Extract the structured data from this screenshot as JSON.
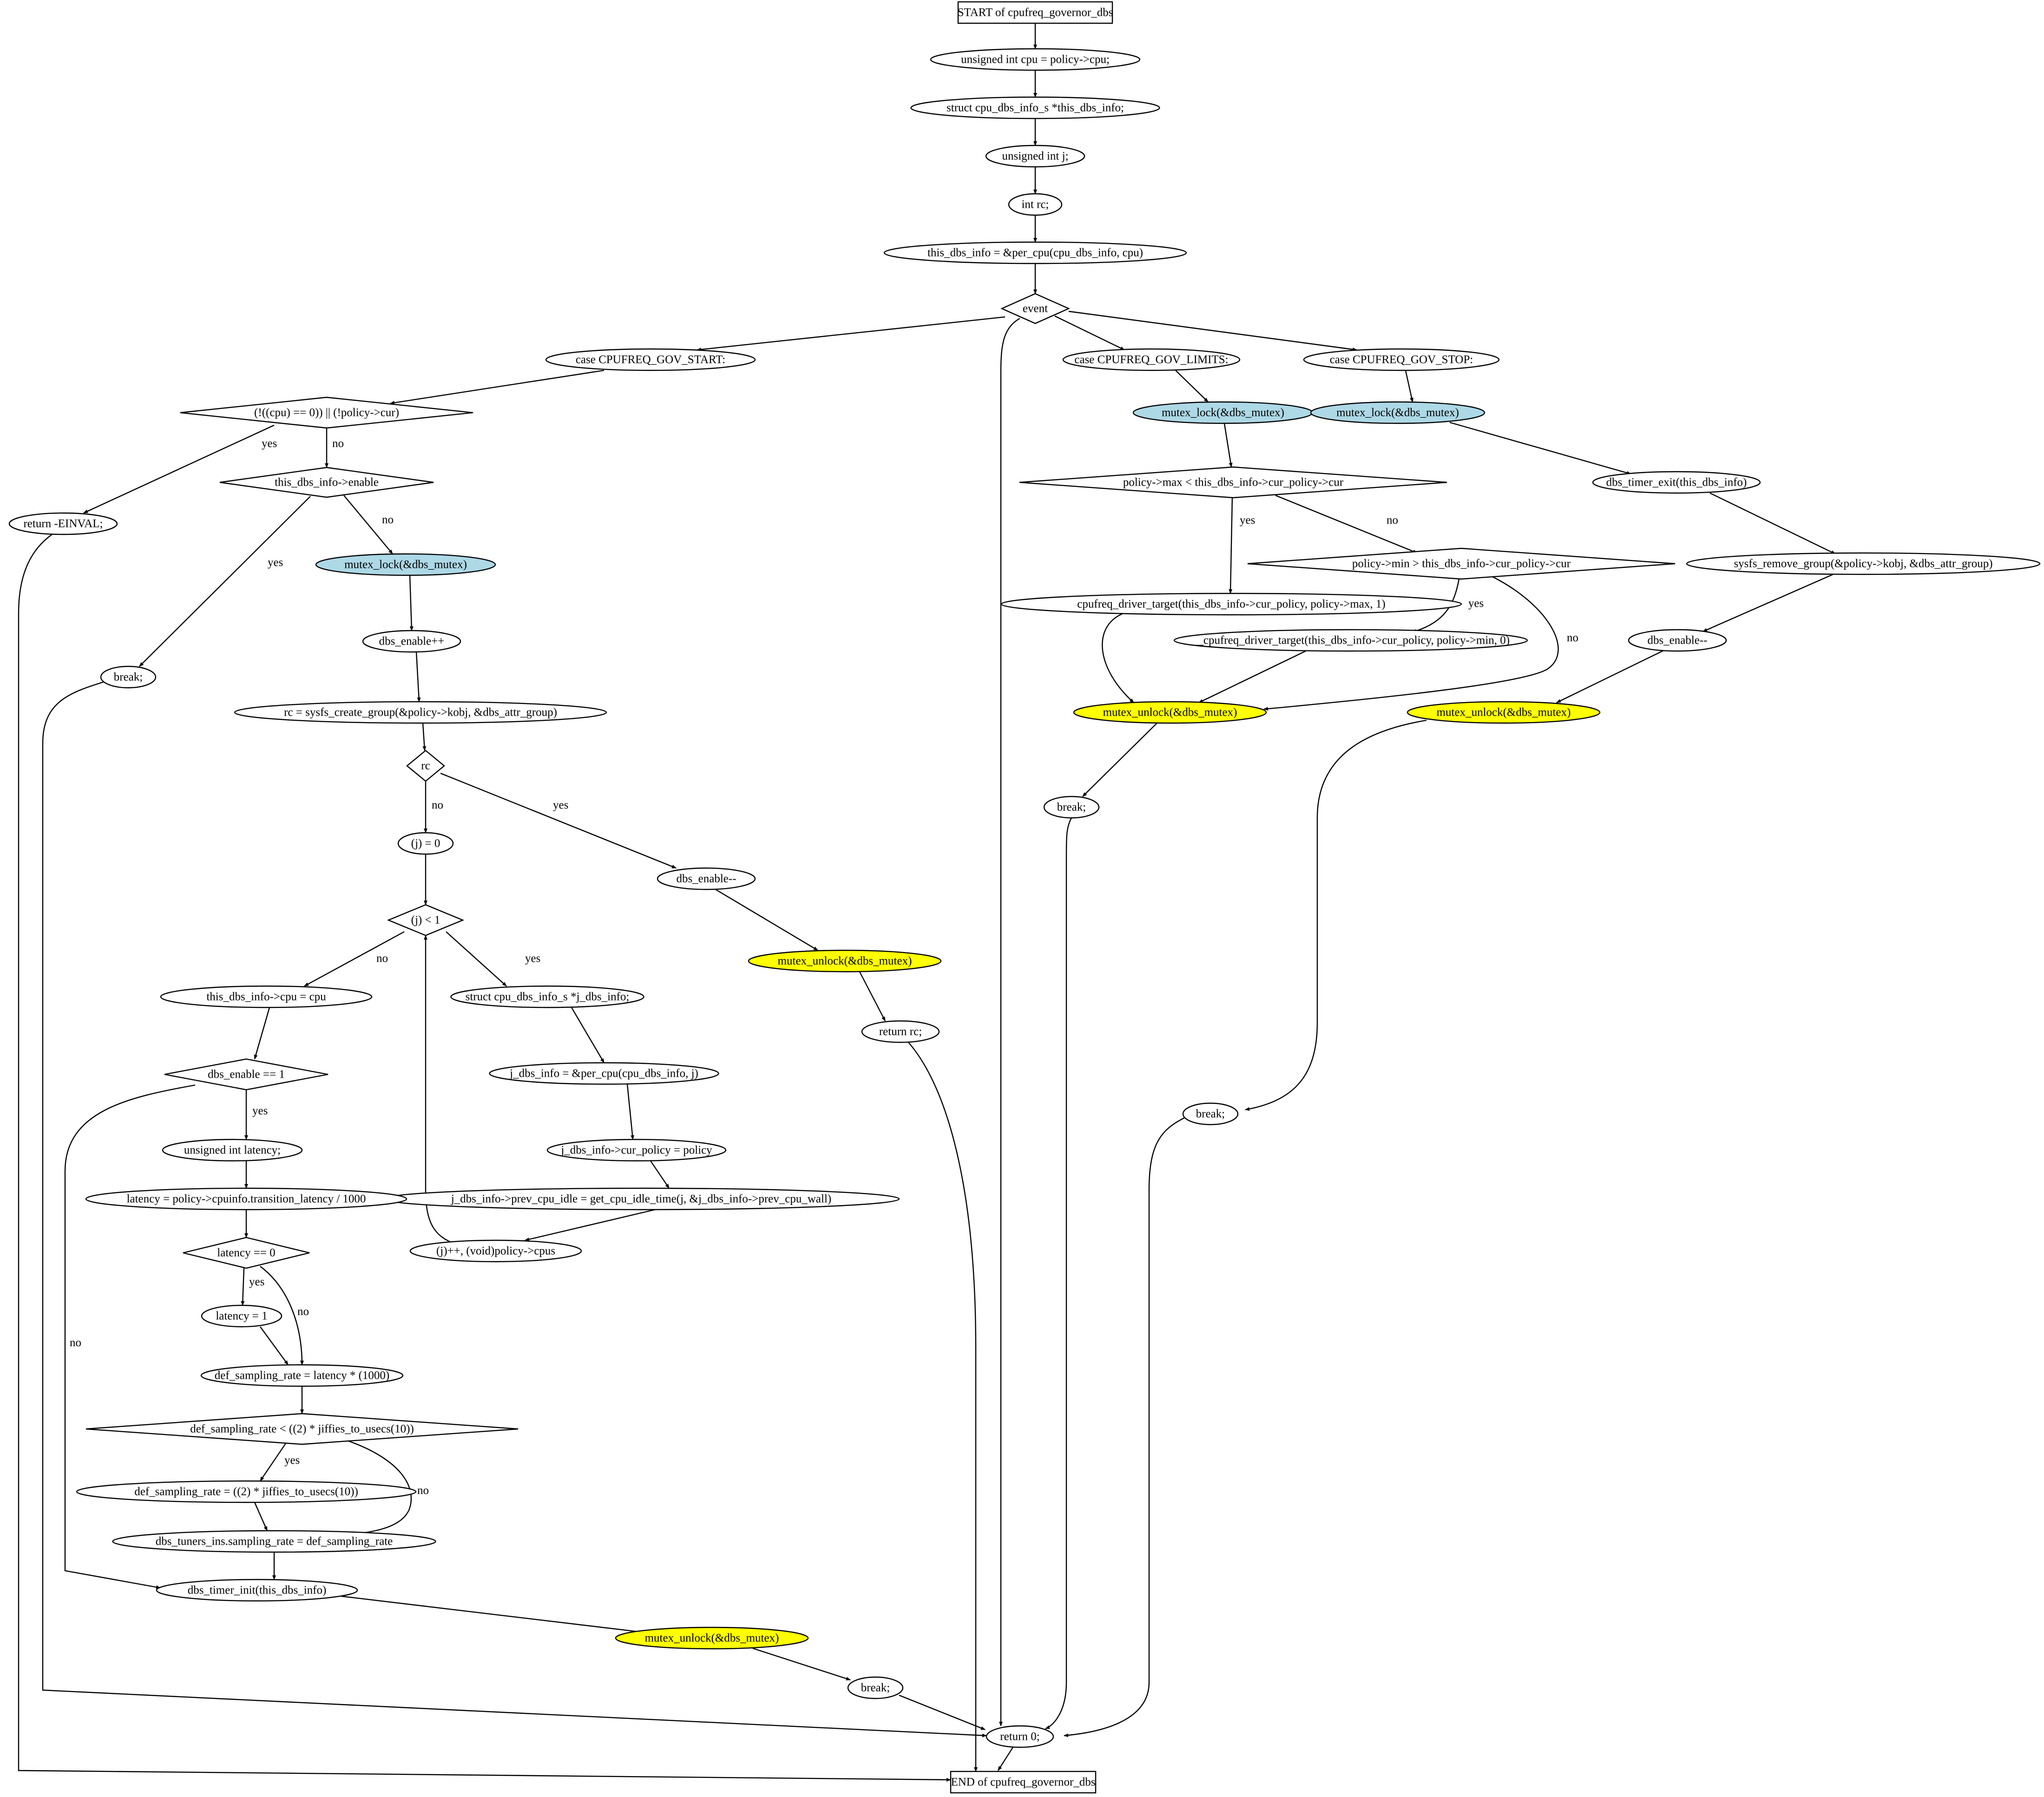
{
  "diagram": {
    "colors": {
      "default_fill": "#ffffff",
      "lock_fill": "#add8e6",
      "unlock_fill": "#ffff00",
      "stroke": "#000000"
    },
    "nodes": [
      {
        "id": "start",
        "label": "START of cpufreq_governor_dbs",
        "shape": "box"
      },
      {
        "id": "n_cpu",
        "label": "unsigned int cpu = policy->cpu;",
        "shape": "ellipse"
      },
      {
        "id": "n_struct",
        "label": "struct cpu_dbs_info_s *this_dbs_info;",
        "shape": "ellipse"
      },
      {
        "id": "n_uj",
        "label": "unsigned int j;",
        "shape": "ellipse"
      },
      {
        "id": "n_rc",
        "label": "int rc;",
        "shape": "ellipse"
      },
      {
        "id": "n_thisinfo",
        "label": "this_dbs_info = &per_cpu(cpu_dbs_info, cpu)",
        "shape": "ellipse"
      },
      {
        "id": "d_event",
        "label": "event",
        "shape": "diamond"
      },
      {
        "id": "c_start",
        "label": "case CPUFREQ_GOV_START:",
        "shape": "ellipse"
      },
      {
        "id": "c_limits",
        "label": "case CPUFREQ_GOV_LIMITS:",
        "shape": "ellipse"
      },
      {
        "id": "c_stop",
        "label": "case CPUFREQ_GOV_STOP:",
        "shape": "ellipse"
      },
      {
        "id": "d_online",
        "label": "(!((cpu) == 0)) || (!policy->cur)",
        "shape": "diamond"
      },
      {
        "id": "r_einval",
        "label": "return -EINVAL;",
        "shape": "ellipse"
      },
      {
        "id": "d_enable",
        "label": "this_dbs_info->enable",
        "shape": "diamond"
      },
      {
        "id": "break1",
        "label": "break;",
        "shape": "ellipse"
      },
      {
        "id": "lock1",
        "label": "mutex_lock(&dbs_mutex)",
        "shape": "ellipse",
        "fill": "lock"
      },
      {
        "id": "n_inc",
        "label": "dbs_enable++",
        "shape": "ellipse"
      },
      {
        "id": "n_sysfs",
        "label": "rc = sysfs_create_group(&policy->kobj, &dbs_attr_group)",
        "shape": "ellipse"
      },
      {
        "id": "d_rc",
        "label": "rc",
        "shape": "diamond"
      },
      {
        "id": "n_j0",
        "label": "(j) = 0",
        "shape": "ellipse"
      },
      {
        "id": "n_dec1",
        "label": "dbs_enable--",
        "shape": "ellipse"
      },
      {
        "id": "unlock1",
        "label": "mutex_unlock(&dbs_mutex)",
        "shape": "ellipse",
        "fill": "unlock"
      },
      {
        "id": "r_rc",
        "label": "return rc;",
        "shape": "ellipse"
      },
      {
        "id": "d_jlt",
        "label": "(j) < 1",
        "shape": "diamond"
      },
      {
        "id": "n_cpuassign",
        "label": "this_dbs_info->cpu = cpu",
        "shape": "ellipse"
      },
      {
        "id": "n_jstruct",
        "label": "struct cpu_dbs_info_s *j_dbs_info;",
        "shape": "ellipse"
      },
      {
        "id": "n_jinfo",
        "label": "j_dbs_info = &per_cpu(cpu_dbs_info, j)",
        "shape": "ellipse"
      },
      {
        "id": "n_jpolicy",
        "label": "j_dbs_info->cur_policy = policy",
        "shape": "ellipse"
      },
      {
        "id": "n_jidle",
        "label": "j_dbs_info->prev_cpu_idle = get_cpu_idle_time(j, &j_dbs_info->prev_cpu_wall)",
        "shape": "ellipse"
      },
      {
        "id": "n_jinc",
        "label": "(j)++, (void)policy->cpus",
        "shape": "ellipse"
      },
      {
        "id": "d_en1",
        "label": "dbs_enable == 1",
        "shape": "diamond"
      },
      {
        "id": "n_ulat",
        "label": "unsigned int latency;",
        "shape": "ellipse"
      },
      {
        "id": "n_lat",
        "label": "latency = policy->cpuinfo.transition_latency / 1000",
        "shape": "ellipse"
      },
      {
        "id": "d_lat0",
        "label": "latency == 0",
        "shape": "diamond"
      },
      {
        "id": "n_lat1",
        "label": "latency = 1",
        "shape": "ellipse"
      },
      {
        "id": "n_defsr",
        "label": "def_sampling_rate = latency * (1000)",
        "shape": "ellipse"
      },
      {
        "id": "d_defsr",
        "label": "def_sampling_rate < ((2) * jiffies_to_usecs(10))",
        "shape": "diamond"
      },
      {
        "id": "n_defsr2",
        "label": "def_sampling_rate = ((2) * jiffies_to_usecs(10))",
        "shape": "ellipse"
      },
      {
        "id": "n_tuners",
        "label": "dbs_tuners_ins.sampling_rate = def_sampling_rate",
        "shape": "ellipse"
      },
      {
        "id": "n_tinit",
        "label": "dbs_timer_init(this_dbs_info)",
        "shape": "ellipse"
      },
      {
        "id": "unlock2",
        "label": "mutex_unlock(&dbs_mutex)",
        "shape": "ellipse",
        "fill": "unlock"
      },
      {
        "id": "break2",
        "label": "break;",
        "shape": "ellipse"
      },
      {
        "id": "lock2",
        "label": "mutex_lock(&dbs_mutex)",
        "shape": "ellipse",
        "fill": "lock"
      },
      {
        "id": "d_max",
        "label": "policy->max < this_dbs_info->cur_policy->cur",
        "shape": "diamond"
      },
      {
        "id": "n_tmax",
        "label": "cpufreq_driver_target(this_dbs_info->cur_policy, policy->max, 1)",
        "shape": "ellipse"
      },
      {
        "id": "d_min",
        "label": "policy->min > this_dbs_info->cur_policy->cur",
        "shape": "diamond"
      },
      {
        "id": "n_tmin",
        "label": "__cpufreq_driver_target(this_dbs_info->cur_policy, policy->min, 0)",
        "shape": "ellipse"
      },
      {
        "id": "unlock3",
        "label": "mutex_unlock(&dbs_mutex)",
        "shape": "ellipse",
        "fill": "unlock"
      },
      {
        "id": "break3",
        "label": "break;",
        "shape": "ellipse"
      },
      {
        "id": "lock3",
        "label": "mutex_lock(&dbs_mutex)",
        "shape": "ellipse",
        "fill": "lock"
      },
      {
        "id": "n_texit",
        "label": "dbs_timer_exit(this_dbs_info)",
        "shape": "ellipse"
      },
      {
        "id": "n_sysrm",
        "label": "sysfs_remove_group(&policy->kobj, &dbs_attr_group)",
        "shape": "ellipse"
      },
      {
        "id": "n_dec2",
        "label": "dbs_enable--",
        "shape": "ellipse"
      },
      {
        "id": "unlock4",
        "label": "mutex_unlock(&dbs_mutex)",
        "shape": "ellipse",
        "fill": "unlock"
      },
      {
        "id": "break4",
        "label": "break;",
        "shape": "ellipse"
      },
      {
        "id": "r_0",
        "label": "return 0;",
        "shape": "ellipse"
      },
      {
        "id": "end",
        "label": "END of cpufreq_governor_dbs",
        "shape": "box"
      }
    ],
    "edges": [
      {
        "from": "start",
        "to": "n_cpu",
        "label": ""
      },
      {
        "from": "n_cpu",
        "to": "n_struct",
        "label": ""
      },
      {
        "from": "n_struct",
        "to": "n_uj",
        "label": ""
      },
      {
        "from": "n_uj",
        "to": "n_rc",
        "label": ""
      },
      {
        "from": "n_rc",
        "to": "n_thisinfo",
        "label": ""
      },
      {
        "from": "n_thisinfo",
        "to": "d_event",
        "label": ""
      },
      {
        "from": "d_event",
        "to": "c_start",
        "label": ""
      },
      {
        "from": "d_event",
        "to": "c_limits",
        "label": ""
      },
      {
        "from": "d_event",
        "to": "c_stop",
        "label": ""
      },
      {
        "from": "d_event",
        "to": "r_0",
        "label": ""
      },
      {
        "from": "c_start",
        "to": "d_online",
        "label": ""
      },
      {
        "from": "d_online",
        "to": "r_einval",
        "label": "yes"
      },
      {
        "from": "d_online",
        "to": "d_enable",
        "label": "no"
      },
      {
        "from": "r_einval",
        "to": "end",
        "label": ""
      },
      {
        "from": "d_enable",
        "to": "break1",
        "label": "yes"
      },
      {
        "from": "d_enable",
        "to": "lock1",
        "label": "no"
      },
      {
        "from": "break1",
        "to": "r_0",
        "label": ""
      },
      {
        "from": "lock1",
        "to": "n_inc",
        "label": ""
      },
      {
        "from": "n_inc",
        "to": "n_sysfs",
        "label": ""
      },
      {
        "from": "n_sysfs",
        "to": "d_rc",
        "label": ""
      },
      {
        "from": "d_rc",
        "to": "n_j0",
        "label": "no"
      },
      {
        "from": "d_rc",
        "to": "n_dec1",
        "label": "yes"
      },
      {
        "from": "n_dec1",
        "to": "unlock1",
        "label": ""
      },
      {
        "from": "unlock1",
        "to": "r_rc",
        "label": ""
      },
      {
        "from": "r_rc",
        "to": "end",
        "label": ""
      },
      {
        "from": "n_j0",
        "to": "d_jlt",
        "label": ""
      },
      {
        "from": "d_jlt",
        "to": "n_cpuassign",
        "label": "no"
      },
      {
        "from": "d_jlt",
        "to": "n_jstruct",
        "label": "yes"
      },
      {
        "from": "n_jstruct",
        "to": "n_jinfo",
        "label": ""
      },
      {
        "from": "n_jinfo",
        "to": "n_jpolicy",
        "label": ""
      },
      {
        "from": "n_jpolicy",
        "to": "n_jidle",
        "label": ""
      },
      {
        "from": "n_jidle",
        "to": "n_jinc",
        "label": ""
      },
      {
        "from": "n_jinc",
        "to": "d_jlt",
        "label": ""
      },
      {
        "from": "n_cpuassign",
        "to": "d_en1",
        "label": ""
      },
      {
        "from": "d_en1",
        "to": "n_ulat",
        "label": "yes"
      },
      {
        "from": "d_en1",
        "to": "n_tinit",
        "label": "no"
      },
      {
        "from": "n_ulat",
        "to": "n_lat",
        "label": ""
      },
      {
        "from": "n_lat",
        "to": "d_lat0",
        "label": ""
      },
      {
        "from": "d_lat0",
        "to": "n_lat1",
        "label": "yes"
      },
      {
        "from": "d_lat0",
        "to": "n_defsr",
        "label": "no"
      },
      {
        "from": "n_lat1",
        "to": "n_defsr",
        "label": ""
      },
      {
        "from": "n_defsr",
        "to": "d_defsr",
        "label": ""
      },
      {
        "from": "d_defsr",
        "to": "n_defsr2",
        "label": "yes"
      },
      {
        "from": "d_defsr",
        "to": "n_tuners",
        "label": "no"
      },
      {
        "from": "n_defsr2",
        "to": "n_tuners",
        "label": ""
      },
      {
        "from": "n_tuners",
        "to": "n_tinit",
        "label": ""
      },
      {
        "from": "n_tinit",
        "to": "unlock2",
        "label": ""
      },
      {
        "from": "unlock2",
        "to": "break2",
        "label": ""
      },
      {
        "from": "break2",
        "to": "r_0",
        "label": ""
      },
      {
        "from": "c_limits",
        "to": "lock2",
        "label": ""
      },
      {
        "from": "lock2",
        "to": "d_max",
        "label": ""
      },
      {
        "from": "d_max",
        "to": "n_tmax",
        "label": "yes"
      },
      {
        "from": "d_max",
        "to": "d_min",
        "label": "no"
      },
      {
        "from": "n_tmax",
        "to": "unlock3",
        "label": ""
      },
      {
        "from": "d_min",
        "to": "n_tmin",
        "label": "yes"
      },
      {
        "from": "d_min",
        "to": "unlock3",
        "label": "no"
      },
      {
        "from": "n_tmin",
        "to": "unlock3",
        "label": ""
      },
      {
        "from": "unlock3",
        "to": "break3",
        "label": ""
      },
      {
        "from": "break3",
        "to": "r_0",
        "label": ""
      },
      {
        "from": "c_stop",
        "to": "lock3",
        "label": ""
      },
      {
        "from": "lock3",
        "to": "n_texit",
        "label": ""
      },
      {
        "from": "n_texit",
        "to": "n_sysrm",
        "label": ""
      },
      {
        "from": "n_sysrm",
        "to": "n_dec2",
        "label": ""
      },
      {
        "from": "n_dec2",
        "to": "unlock4",
        "label": ""
      },
      {
        "from": "unlock4",
        "to": "break4",
        "label": ""
      },
      {
        "from": "break4",
        "to": "r_0",
        "label": ""
      },
      {
        "from": "r_0",
        "to": "end",
        "label": ""
      }
    ]
  }
}
